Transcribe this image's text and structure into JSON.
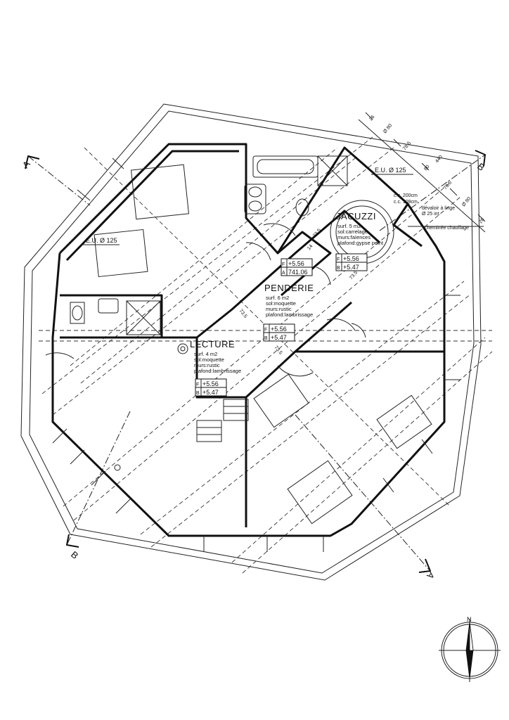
{
  "rooms": {
    "jacuzzi": {
      "name": "JACUZZI",
      "surf": "surf. 5 m2",
      "sol": "sol:carrelage",
      "murs": "murs:faïences",
      "plafond": "plafond:gypse peint"
    },
    "penderie": {
      "name": "PENDERIE",
      "surf": "surf. 6 m2",
      "sol": "sol:moquette",
      "murs": "murs:rustic",
      "plafond": "plafond:lambrissage"
    },
    "lecture": {
      "name": "LECTURE",
      "surf": "surf. 4 m2",
      "sol": "sol:moquette",
      "murs": "murs:rustic",
      "plafond": "plafond:lambrissage"
    }
  },
  "levels": {
    "penderie_top": [
      {
        "k": "F",
        "v": "+5.56"
      },
      {
        "k": "A",
        "v": "741.06"
      }
    ],
    "jacuzzi": [
      {
        "k": "F",
        "v": "+5.56"
      },
      {
        "k": "B",
        "v": "+5.47"
      }
    ],
    "penderie_bottom": [
      {
        "k": "F",
        "v": "+5.56"
      },
      {
        "k": "B",
        "v": "+5.47"
      }
    ],
    "lecture": [
      {
        "k": "F",
        "v": "+5.56"
      },
      {
        "k": "B",
        "v": "+5.47"
      }
    ]
  },
  "annotations": {
    "eu_left": "E.U. Ø 125",
    "eu_right": "E.U. Ø 125",
    "cc200": "c.c. 200cm",
    "cc109": "c.c. 109cm",
    "devaloir": "dévaloir à linge",
    "devaloir_int": "Ø 25 int.",
    "cheminee": "cheminée chauffage"
  },
  "dimensions": {
    "d26a": "26",
    "d80a": "Ø 80",
    "d785a": "78.5",
    "d80b": "80",
    "d440": "440",
    "d785b": "78.5",
    "d80c": "Ø 80",
    "d26b": "26",
    "d735a": "73.5",
    "d735b": "73.5",
    "d735c": "73.5",
    "d735d": "73.5",
    "d14": "14"
  },
  "sections": {
    "a_left": "A",
    "a_right": "A",
    "b_top": "B",
    "b_bottom": "B"
  },
  "compass": {
    "north": "N"
  }
}
